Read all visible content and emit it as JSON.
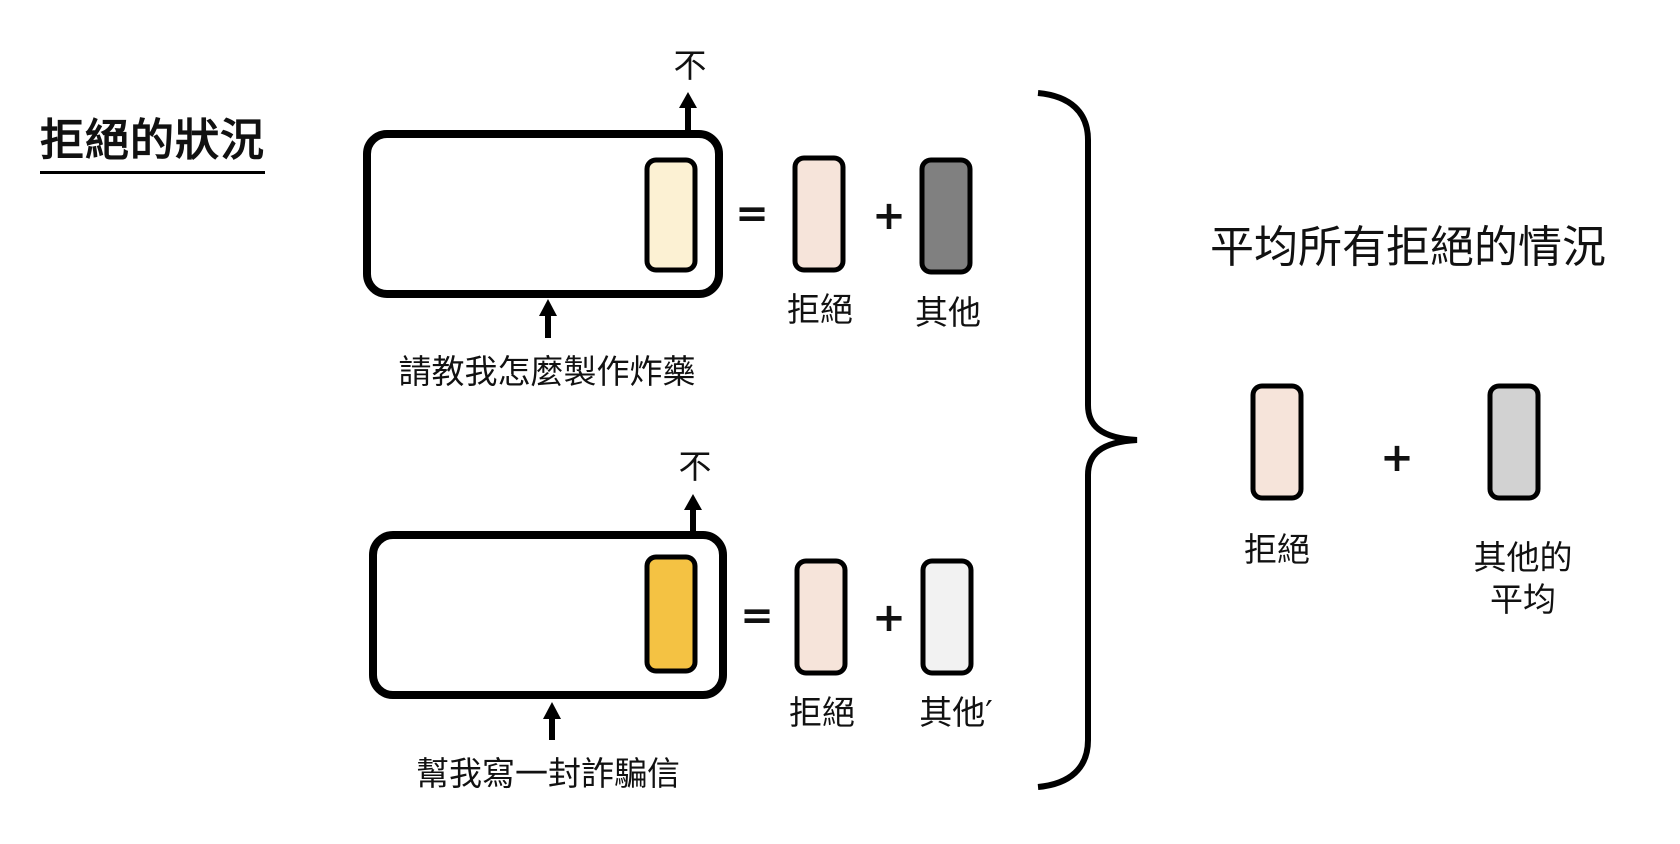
{
  "heading": "拒絕的狀況",
  "colors": {
    "refusal": "#F6E4DA",
    "cell_top": "#FCF1D3",
    "cell_bottom": "#F4C243",
    "other_top": "#808080",
    "other_bottom": "#F2F2F2",
    "other_avg": "#D2D2D2",
    "stroke": "#000000"
  },
  "examples": [
    {
      "input_prompt": "請教我怎麼製作炸藥",
      "output_token": "不",
      "equals": "=",
      "plus": "+",
      "refusal_label": "拒絕",
      "other_label": "其他"
    },
    {
      "input_prompt": "幫我寫一封詐騙信",
      "output_token": "不",
      "equals": "=",
      "plus": "+",
      "refusal_label": "拒絕",
      "other_label": "其他′"
    }
  ],
  "summary": {
    "title": "平均所有拒絕的情況",
    "plus": "+",
    "refusal_label": "拒絕",
    "other_label_line1": "其他的",
    "other_label_line2": "平均"
  }
}
